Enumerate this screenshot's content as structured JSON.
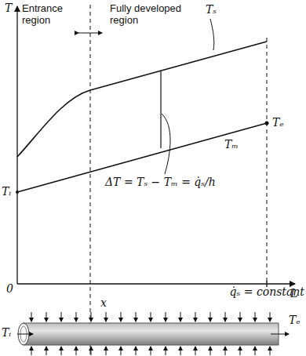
{
  "diagram": {
    "labels": [
      "T",
      "Entrance region",
      "Fully developed region",
      "Tₛ",
      "Tₑ",
      "Tᵢ",
      "Tₘ",
      "ΔT = Tₛ − Tₘ = q̇ₛ/h",
      "0",
      "q̇ₛ = constant",
      "L",
      "x",
      "Tᵢ",
      "Tₑ"
    ]
  }
}
